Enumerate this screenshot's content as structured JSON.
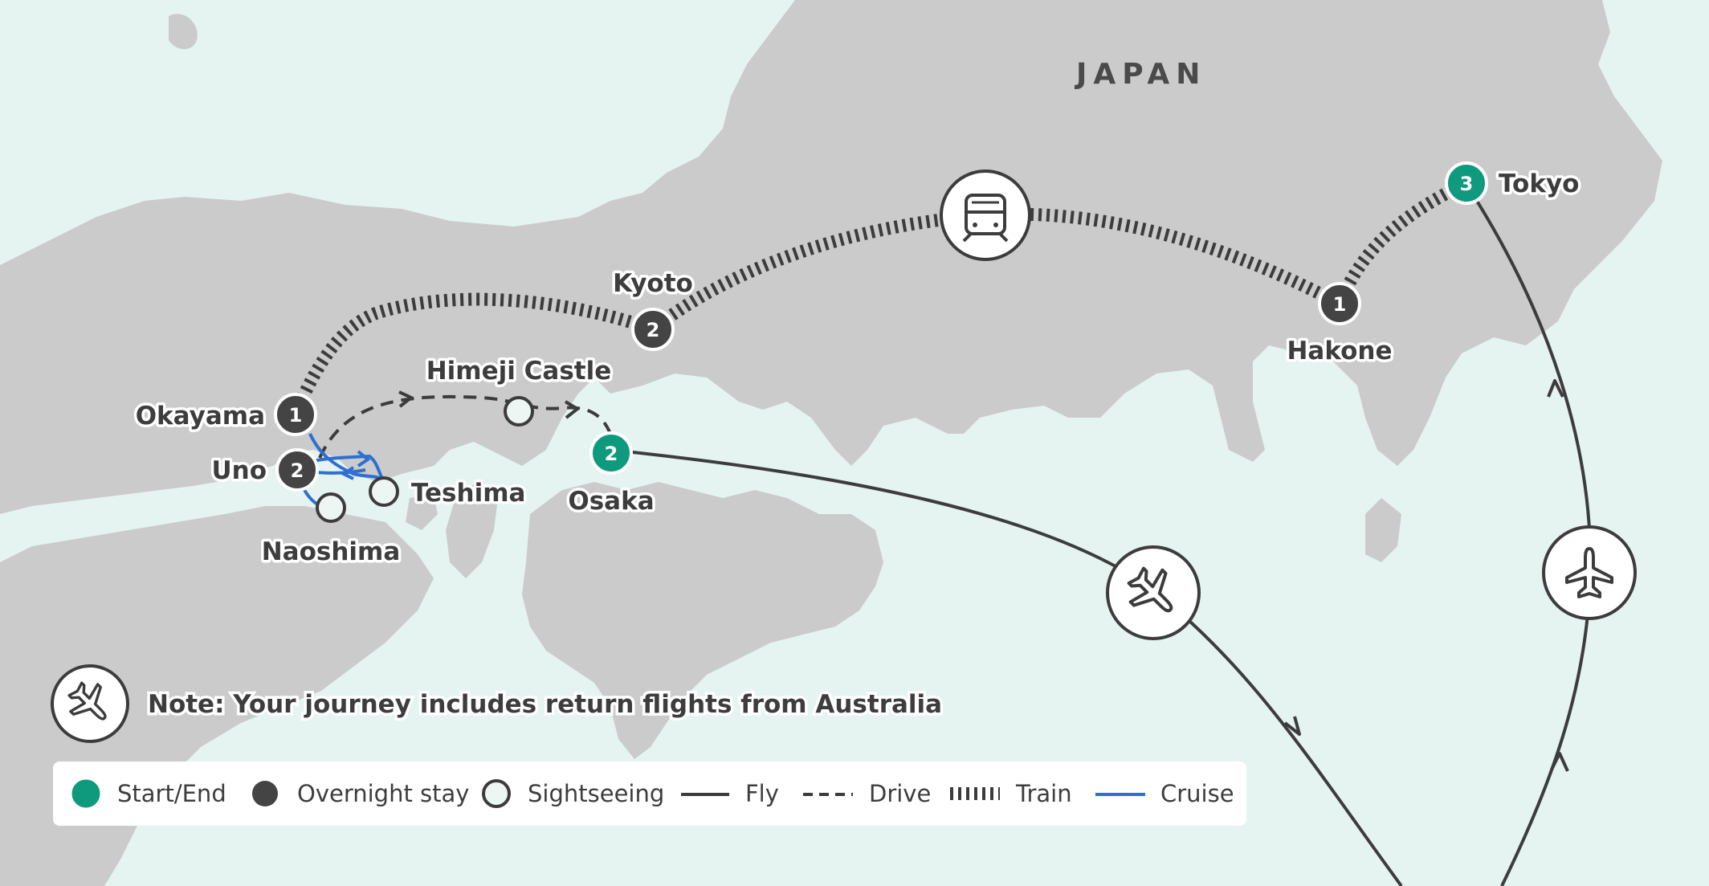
{
  "map": {
    "country_label": "JAPAN",
    "colors": {
      "sea": "#e5f4f1",
      "land": "#cbcbcb",
      "start_end": "#0f9a7d",
      "overnight": "#444444",
      "sightseeing": "#eef6f4",
      "route": "#3c3c3c",
      "cruise": "#2f6fd1"
    },
    "stops": {
      "tokyo": {
        "name": "Tokyo",
        "nights": "3",
        "type": "start-end"
      },
      "hakone": {
        "name": "Hakone",
        "nights": "1",
        "type": "overnight"
      },
      "kyoto": {
        "name": "Kyoto",
        "nights": "2",
        "type": "overnight"
      },
      "okayama": {
        "name": "Okayama",
        "nights": "1",
        "type": "overnight"
      },
      "uno": {
        "name": "Uno",
        "nights": "2",
        "type": "overnight"
      },
      "osaka": {
        "name": "Osaka",
        "nights": "2",
        "type": "start-end"
      },
      "himeji": {
        "name": "Himeji Castle",
        "type": "sightseeing"
      },
      "teshima": {
        "name": "Teshima",
        "type": "sightseeing"
      },
      "naoshima": {
        "name": "Naoshima",
        "type": "sightseeing"
      }
    },
    "transport_icons": [
      "train-icon",
      "plane-icon",
      "plane-icon"
    ]
  },
  "note": {
    "icon": "plane-icon",
    "text": "Note: Your journey includes return flights from Australia"
  },
  "legend": {
    "items": [
      {
        "key": "start_end",
        "label": "Start/End",
        "symbol": "green-dot"
      },
      {
        "key": "overnight",
        "label": "Overnight stay",
        "symbol": "dark-dot"
      },
      {
        "key": "sightseeing",
        "label": "Sightseeing",
        "symbol": "hollow-dot"
      },
      {
        "key": "fly",
        "label": "Fly",
        "symbol": "solid-line"
      },
      {
        "key": "drive",
        "label": "Drive",
        "symbol": "dashed-line"
      },
      {
        "key": "train",
        "label": "Train",
        "symbol": "tick-line"
      },
      {
        "key": "cruise",
        "label": "Cruise",
        "symbol": "blue-line"
      }
    ]
  }
}
